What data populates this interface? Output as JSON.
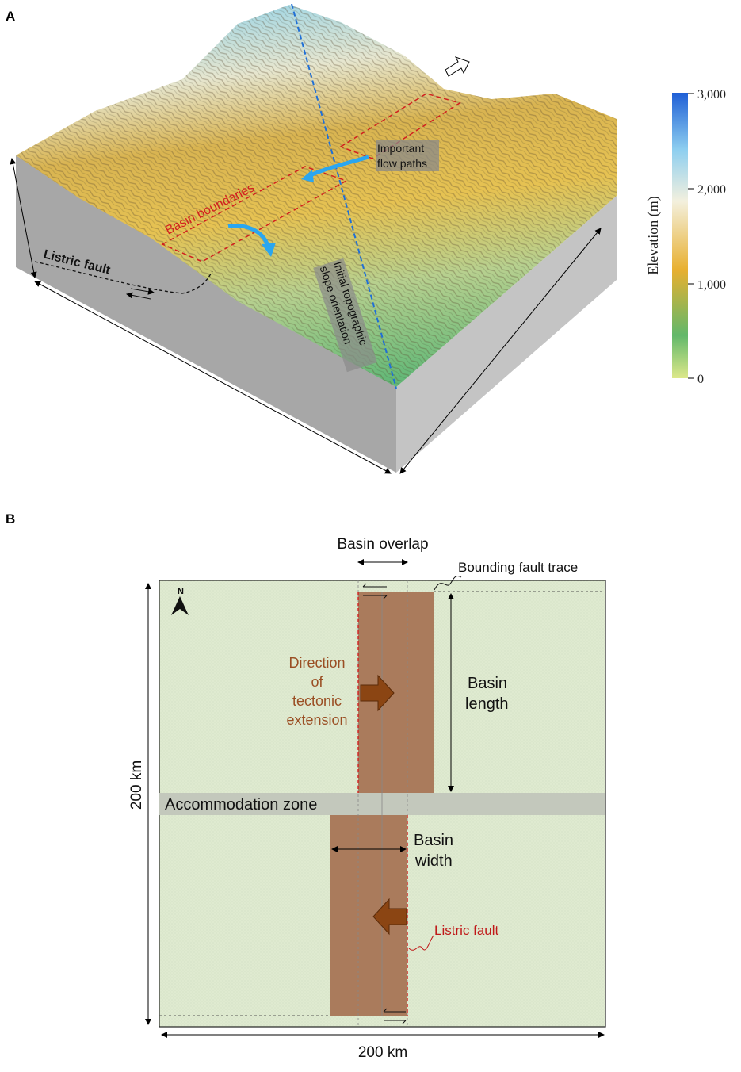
{
  "panel_a": {
    "letter": "A",
    "labels": {
      "flow_paths_line1": "Important",
      "flow_paths_line2": "flow paths",
      "basin_boundaries": "Basin boundaries",
      "listric_fault": "Listric fault",
      "slope_line1": "Initial topographic",
      "slope_line2": "slope orientation"
    },
    "colorbar": {
      "title": "Elevation (m)",
      "ticks": [
        "3,000",
        "2,000",
        "1,000",
        "0"
      ],
      "colors": [
        "#1f5fd6",
        "#8ecff0",
        "#f3f0de",
        "#e8b030",
        "#62b86a",
        "#dde88a"
      ]
    }
  },
  "panel_b": {
    "letter": "B",
    "labels": {
      "basin_overlap": "Basin overlap",
      "bounding_fault_trace": "Bounding fault trace",
      "north": "N",
      "direction_line1": "Direction",
      "direction_line2": "of",
      "direction_line3": "tectonic",
      "direction_line4": "extension",
      "basin_length_line1": "Basin",
      "basin_length_line2": "length",
      "accommodation_zone": "Accommodation zone",
      "basin_width_line1": "Basin",
      "basin_width_line2": "width",
      "listric_fault": "Listric fault",
      "side_length": "200 km",
      "bottom_length": "200 km"
    },
    "colors": {
      "background": "#dfead0",
      "basin": "#aa7b5c",
      "arrow": "#8b4513",
      "accommodation": "#c3c8bc",
      "fault": "#d21f1f",
      "extension_text": "#9a4e23"
    }
  }
}
